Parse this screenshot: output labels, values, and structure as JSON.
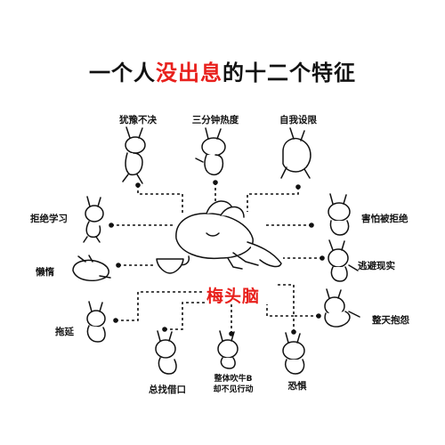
{
  "title": {
    "part1": "一个人",
    "highlight": "没出息",
    "part2": "的十二个特征"
  },
  "center_label": "梅头脑",
  "traits": {
    "t1": "犹豫不决",
    "t2": "三分钟热度",
    "t3": "自我设限",
    "t4": "拒绝学习",
    "t5": "害怕被拒绝",
    "t6": "懒惰",
    "t7": "逃避现实",
    "t8": "拖延",
    "t9": "整天抱怨",
    "t10": "总找借口",
    "t11_line1": "整体吹牛B",
    "t11_line2": "却不见行动",
    "t12": "恐惧"
  },
  "colors": {
    "accent": "#e8201c",
    "ink": "#111111"
  }
}
